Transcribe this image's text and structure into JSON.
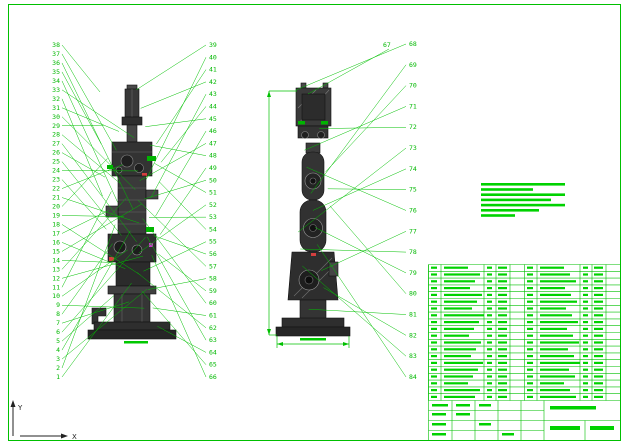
{
  "colors": {
    "line_green": "#00c000",
    "bar_green": "#00d200",
    "ink": "#2e2e2e",
    "accent_red": "#d43f3f",
    "accent_magenta": "#c837c8"
  },
  "callouts": {
    "left_column": [
      "38",
      "37",
      "36",
      "35",
      "34",
      "33",
      "32",
      "31",
      "30",
      "29",
      "28",
      "27",
      "26",
      "25",
      "24",
      "23",
      "22",
      "21",
      "20",
      "19",
      "18",
      "17",
      "16",
      "15",
      "14",
      "13",
      "12",
      "11",
      "10",
      "9",
      "8",
      "7",
      "6",
      "5",
      "4",
      "3",
      "2",
      "1"
    ],
    "mid_column": [
      "39",
      "40",
      "41",
      "42",
      "43",
      "44",
      "45",
      "46",
      "47",
      "48",
      "49",
      "50",
      "51",
      "52",
      "53",
      "54",
      "55",
      "56",
      "57",
      "58",
      "59",
      "60",
      "61",
      "62",
      "63",
      "64",
      "65",
      "66"
    ],
    "right_single": "67",
    "right_column": [
      "68",
      "69",
      "70",
      "71",
      "72",
      "73",
      "74",
      "75",
      "76",
      "77",
      "78",
      "79",
      "80",
      "81",
      "82",
      "83",
      "84"
    ]
  },
  "axis_icon": {
    "x_label": "X",
    "y_label": "Y"
  }
}
